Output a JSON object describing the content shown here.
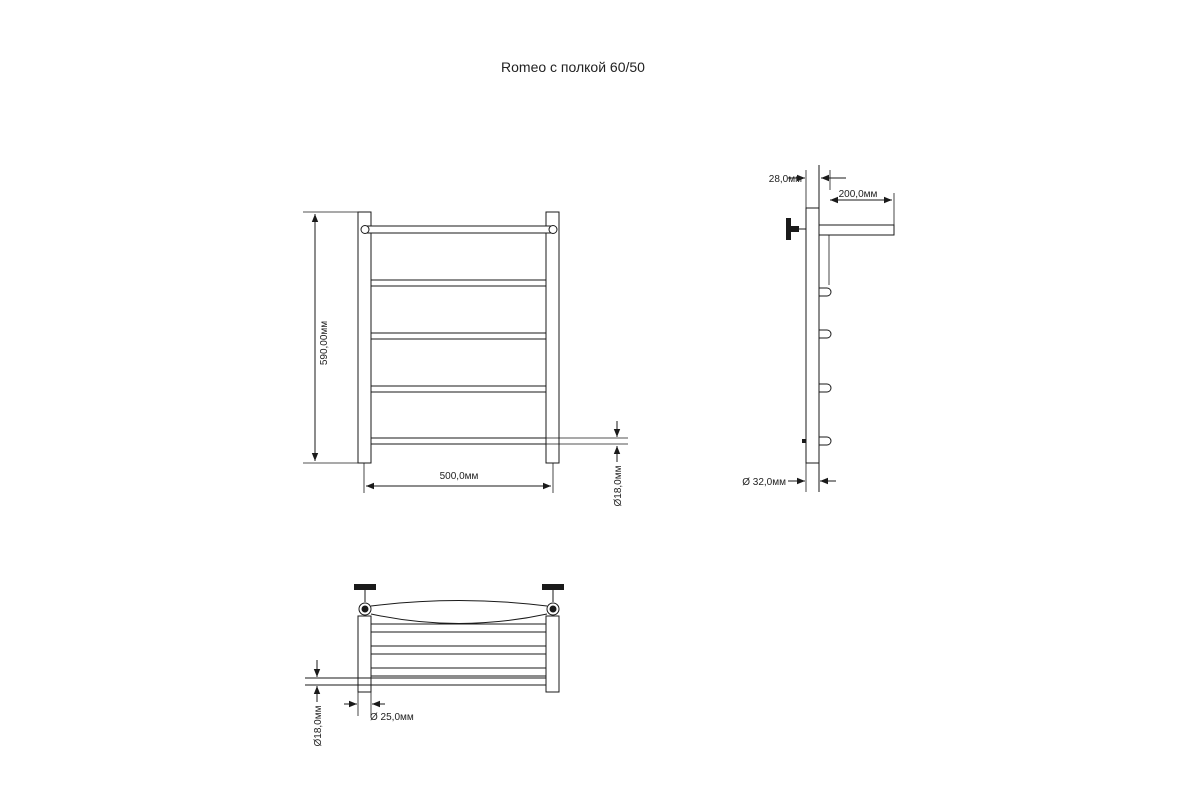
{
  "title": "Romeo с полкой 60/50",
  "dimensions": {
    "height": "590,00мм",
    "width": "500,0мм",
    "tube_front": "Ø18,0мм",
    "wall_offset": "28,0мм",
    "shelf_depth": "200,0мм",
    "post_diameter": "Ø 32,0мм",
    "tube_top": "Ø18,0мм",
    "post_top": "Ø 25,0мм"
  },
  "colors": {
    "line": "#1a1a1a",
    "background": "#ffffff"
  }
}
